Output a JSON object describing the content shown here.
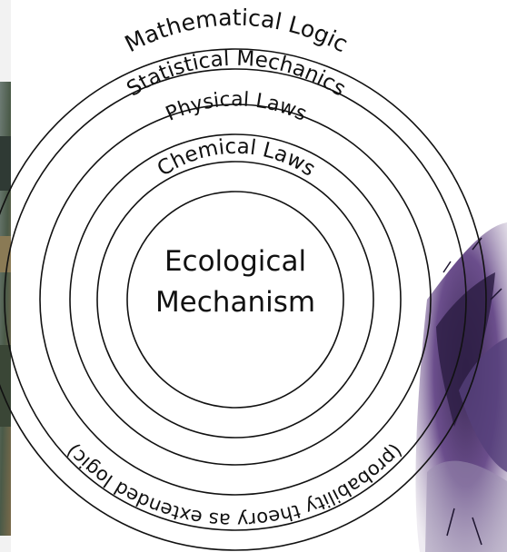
{
  "diagram": {
    "center": {
      "line1": "Ecological",
      "line2": "Mechanism"
    },
    "rings": {
      "ring1": "Chemical Laws",
      "ring2": "Physical Laws",
      "ring3": "Statistical Mechanics",
      "ring4": "Mathematical Logic",
      "ring4_bottom": "(probability theory as extended logic)"
    }
  },
  "colors": {
    "stroke": "#111111",
    "background": "#ffffff",
    "photo_left": "#4a5a48",
    "painting_right": "#5a3f7a"
  }
}
